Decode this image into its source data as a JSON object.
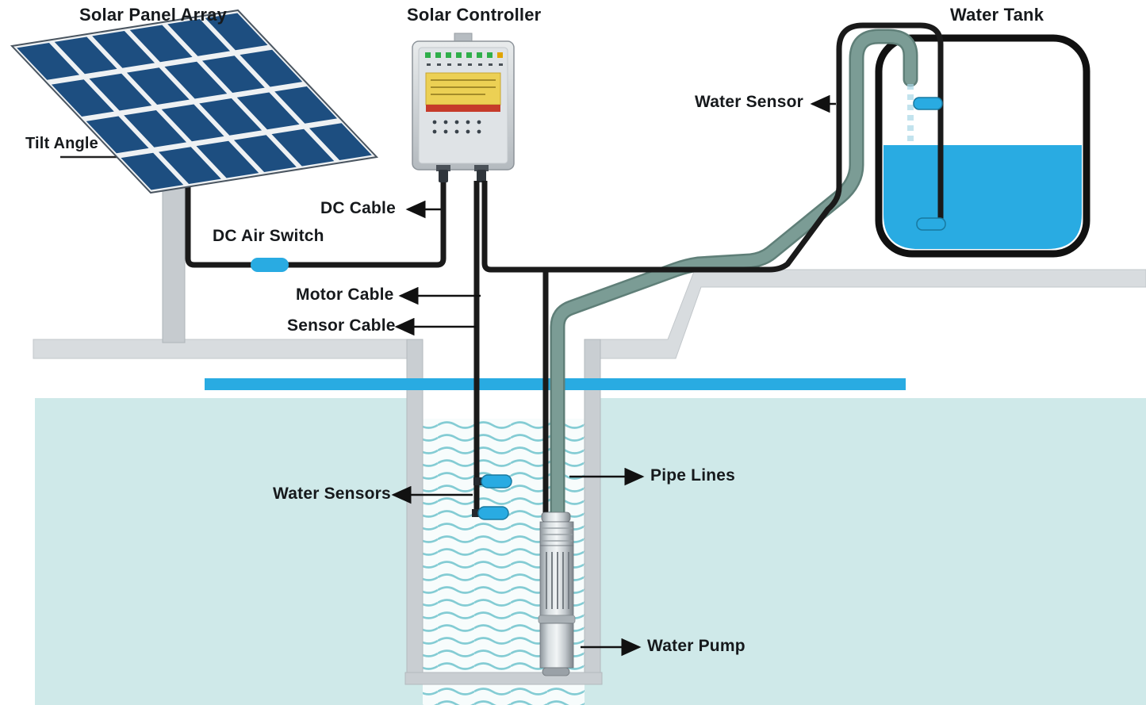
{
  "labels": {
    "solar_panel_array": "Solar Panel Array",
    "solar_controller": "Solar Controller",
    "water_tank": "Water Tank",
    "tilt_angle": "Tilt Angle",
    "dc_cable": "DC Cable",
    "dc_air_switch": "DC Air Switch",
    "motor_cable": "Motor Cable",
    "sensor_cable": "Sensor Cable",
    "water_sensors": "Water Sensors",
    "pipe_lines": "Pipe Lines",
    "water_sensor": "Water Sensor",
    "water_pump": "Water Pump"
  },
  "colors": {
    "accent_blue": "#29abe2",
    "panel_blue": "#1d4e80",
    "pipe_teal": "#7b9c95",
    "aquifer_teal": "#cfe9e9",
    "ground_gray": "#d8dcdf",
    "cable_black": "#1a1a1a"
  }
}
